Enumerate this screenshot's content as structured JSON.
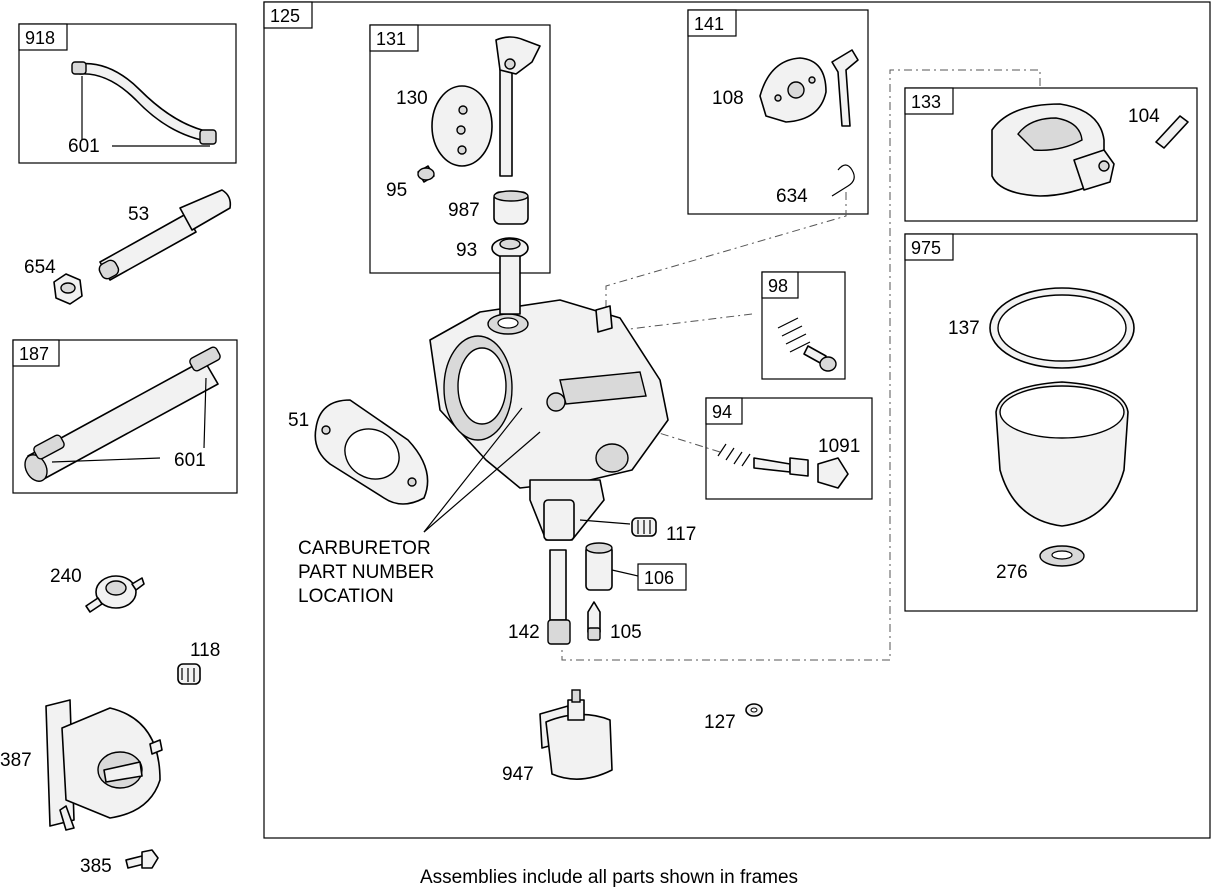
{
  "caption": "Assemblies include all parts shown in frames",
  "note": [
    "CARBURETOR",
    "PART NUMBER",
    "LOCATION"
  ],
  "frames": {
    "f918": "918",
    "f187": "187",
    "f125": "125",
    "f131": "131",
    "f141": "141",
    "f133": "133",
    "f975": "975",
    "f98": "98",
    "f94": "94",
    "f106": "106"
  },
  "parts": {
    "p601a": "601",
    "p53": "53",
    "p654": "654",
    "p601b": "601",
    "p240": "240",
    "p118": "118",
    "p387": "387",
    "p385": "385",
    "p130": "130",
    "p95": "95",
    "p987": "987",
    "p93": "93",
    "p108": "108",
    "p634": "634",
    "p104": "104",
    "p137": "137",
    "p276": "276",
    "p51": "51",
    "p1091": "1091",
    "p117": "117",
    "p142": "142",
    "p105": "105",
    "p127": "127",
    "p947": "947"
  }
}
